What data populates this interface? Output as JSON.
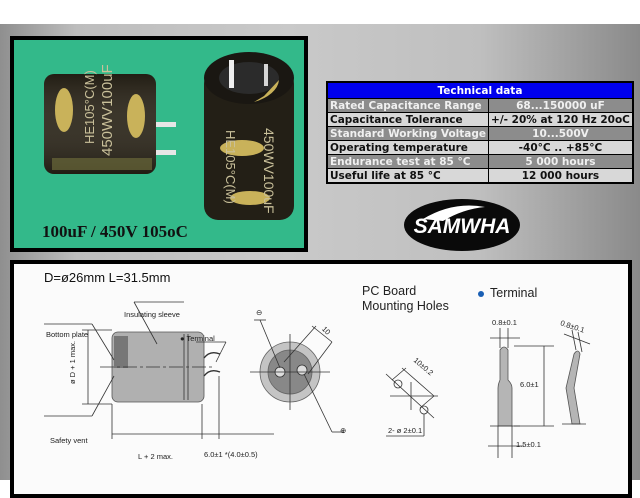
{
  "photo": {
    "caption": "100uF / 450V  105oC",
    "background_color": "#33b98a",
    "capacitor_markings": [
      "HE 105°C (M)",
      "450WV100uF",
      "SAMWHA"
    ]
  },
  "technical_table": {
    "title": "Technical data",
    "header_color": "#0000ee",
    "rows": [
      {
        "label": "Rated Capacitance Range",
        "value": "68...150000 uF"
      },
      {
        "label": "Capacitance Tolerance",
        "value": "+/- 20% at 120 Hz 20oC"
      },
      {
        "label": "Standard Working Voltage",
        "value": "10...500V"
      },
      {
        "label": "Operating temperature",
        "value": "-40°C .. +85°C"
      },
      {
        "label": "Endurance test at 85 °C",
        "value": "5 000 hours"
      },
      {
        "label": "Useful life at 85 °C",
        "value": "12 000 hours"
      }
    ]
  },
  "logo": {
    "text": "SAMWHA"
  },
  "diagram": {
    "dimensions_title": "D=ø26mm   L=31.5mm",
    "pcb_title_line1": "PC Board",
    "pcb_title_line2": "Mounting Holes",
    "terminal_title": "Terminal",
    "labels": {
      "insulating_sleeve": "Insulating sleeve",
      "bottom_plate": "Bottom plate",
      "terminal": "● Terminal",
      "diameter": "ø D + 1 max.",
      "safety_vent": "Safety vent",
      "length": "L + 2 max.",
      "lead_length": "6.0±1 *(4.0±0.5)",
      "pitch": "10",
      "minus": "⊖",
      "plus": "⊕",
      "hole_pitch": "10±0.2",
      "hole_dia": "2- ø 2±0.1",
      "pin_width_top": "0.8±0.1",
      "pin_width_bent": "0.8±0.1",
      "pin_length": "6.0±1",
      "pin_base": "1.5±0.1"
    }
  }
}
